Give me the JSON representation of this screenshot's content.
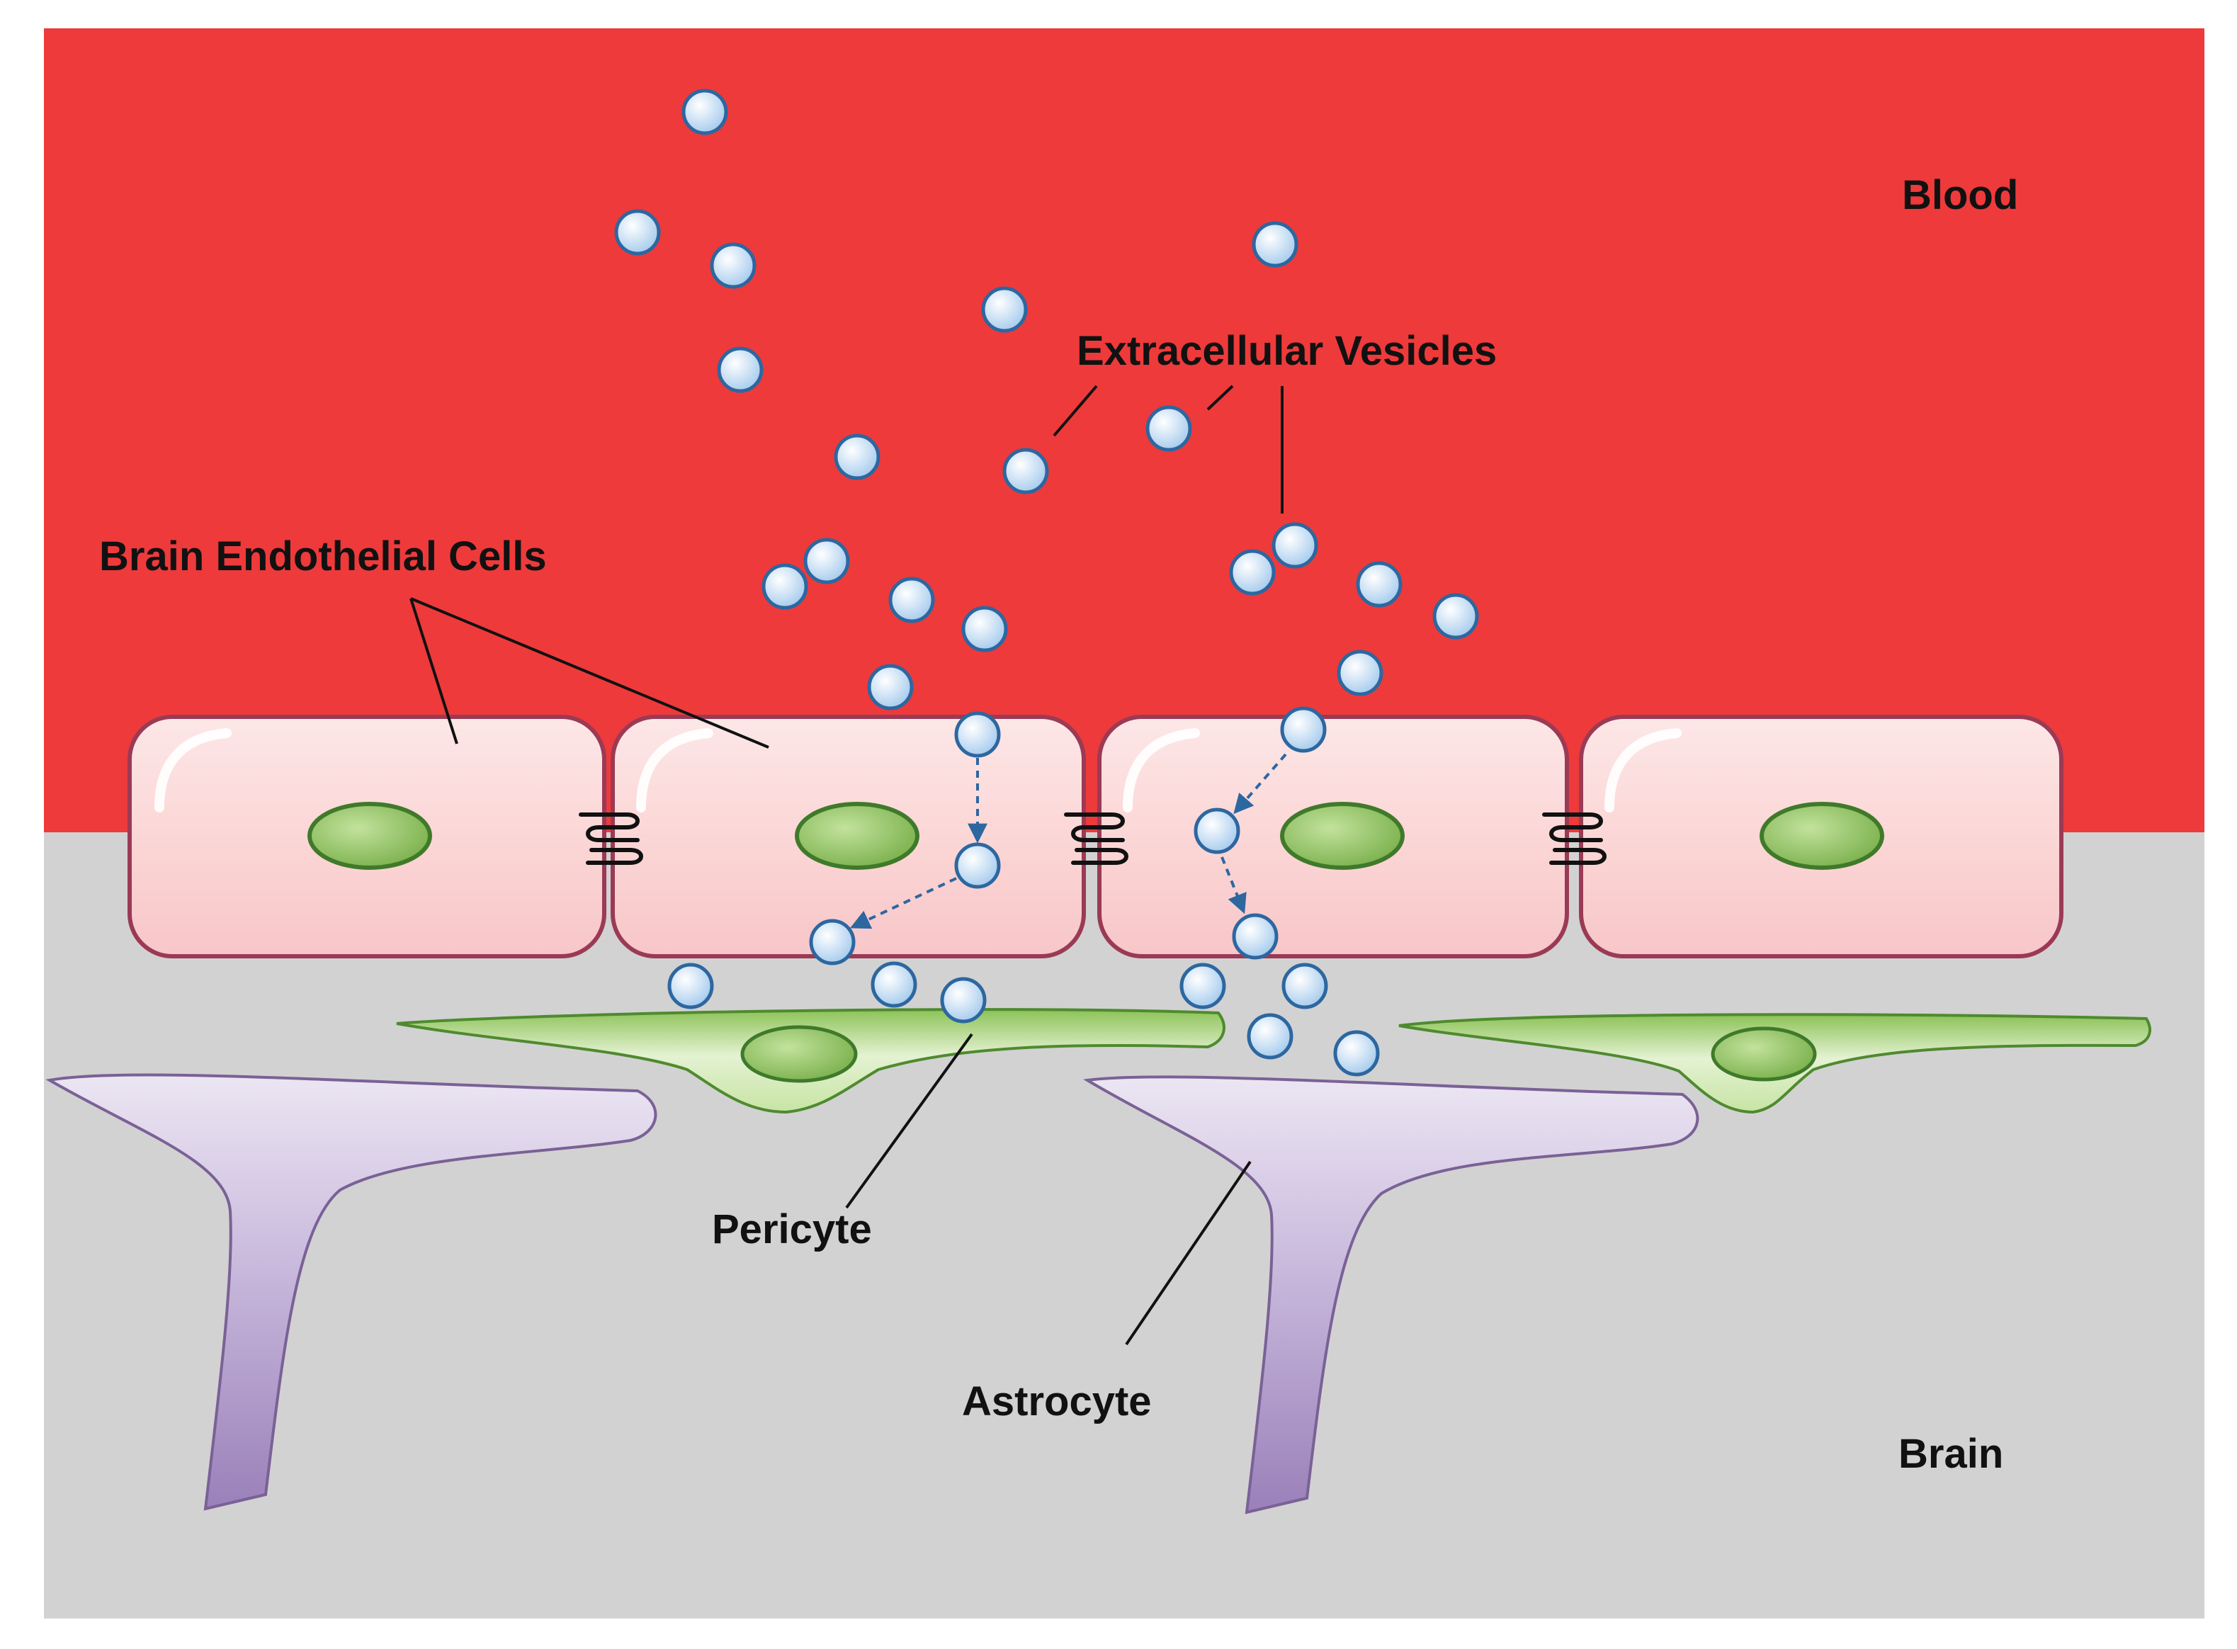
{
  "labels": {
    "blood": "Blood",
    "brain": "Brain",
    "extracellular_vesicles": "Extracellular Vesicles",
    "brain_endothelial_cells": "Brain Endothelial Cells",
    "pericyte": "Pericyte",
    "astrocyte": "Astrocyte"
  },
  "colors": {
    "blood": "#ee3a3b",
    "brain": "#d2d2d2",
    "endothelial_cell": "#fcd5d5",
    "endothelial_border": "#9b3a55",
    "nucleus": "#8ec460",
    "nucleus_border": "#3f7a2a",
    "pericyte": "#b6d98a",
    "astrocyte": "#b9a3cf",
    "astrocyte_border": "#7a6196",
    "vesicle": "#b9d7f2",
    "vesicle_border": "#2d67a0"
  },
  "icons": {
    "tight_junction": "tight-junction-icon",
    "vesicle": "extracellular-vesicle-icon",
    "transport_arrow": "dashed-arrow-icon"
  }
}
